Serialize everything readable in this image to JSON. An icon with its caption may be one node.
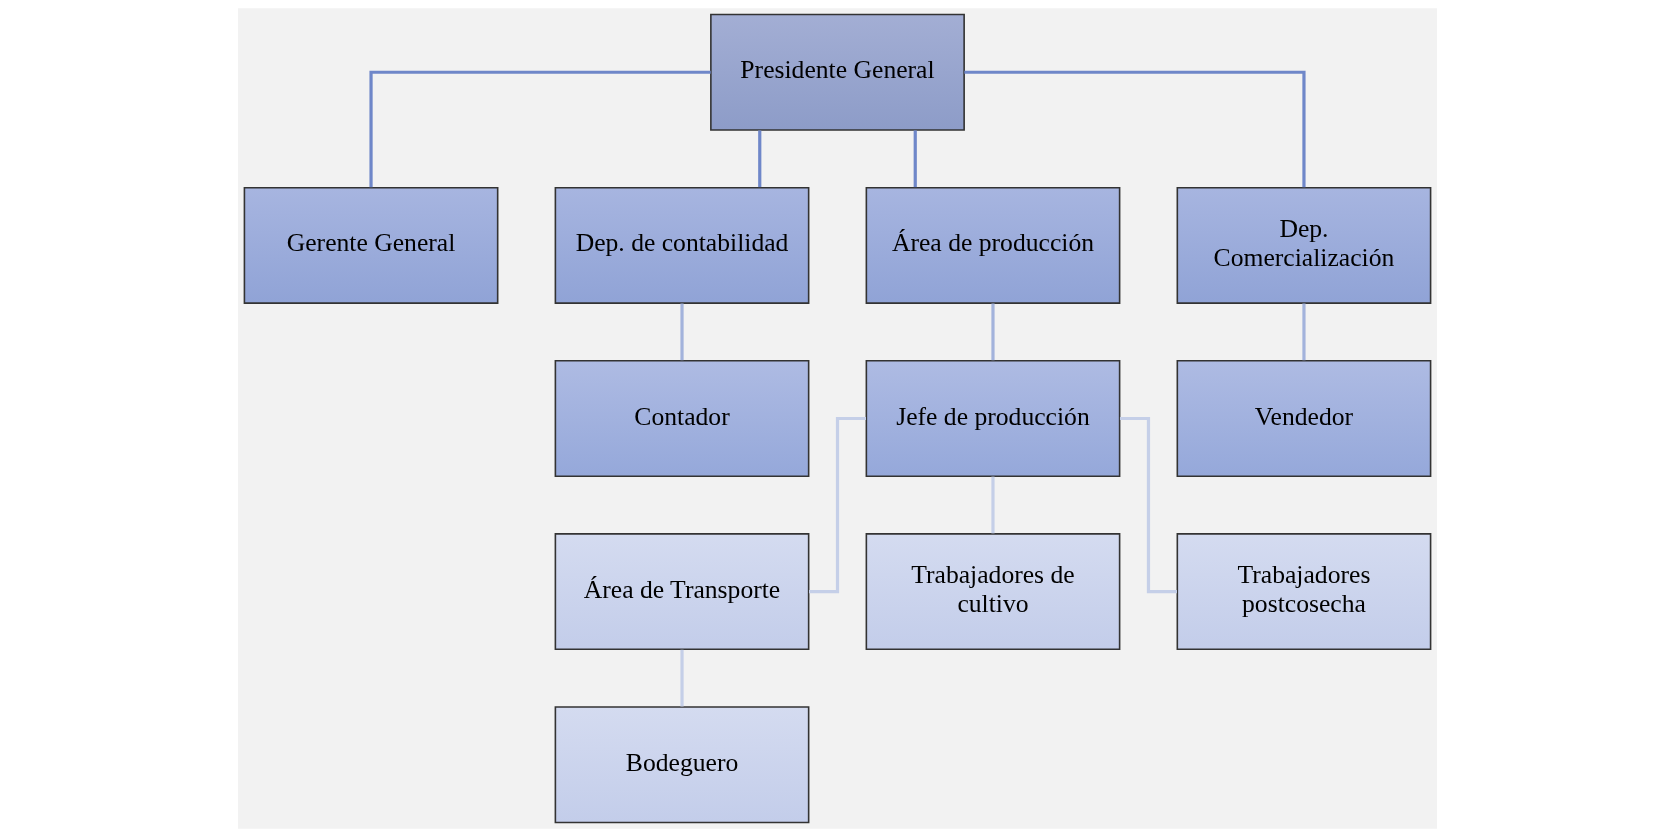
{
  "diagram": {
    "nodes": [
      {
        "text": [
          "Presidente General"
        ]
      },
      {
        "text": [
          "Gerente General"
        ]
      },
      {
        "text": [
          "Dep. de contabilidad"
        ]
      },
      {
        "text": [
          "Área de producción"
        ]
      },
      {
        "text": [
          "Dep. Comercialización"
        ]
      },
      {
        "text": [
          "Contador"
        ]
      },
      {
        "text": [
          "Jefe de producción"
        ]
      },
      {
        "text": [
          "Vendedor"
        ]
      },
      {
        "text": [
          "Área de Transporte"
        ]
      },
      {
        "text": [
          "Trabajadores de cultivo"
        ]
      },
      {
        "text": [
          "Trabajadores postcosecha"
        ]
      },
      {
        "text": [
          "Bodeguero"
        ]
      }
    ],
    "edges": [
      {
        "from": 0,
        "to": 1,
        "arrow": "none"
      },
      {
        "from": 0,
        "to": 2,
        "arrow": "none"
      },
      {
        "from": 0,
        "to": 3,
        "arrow": "none"
      },
      {
        "from": 0,
        "to": 4,
        "arrow": "none"
      },
      {
        "from": 2,
        "to": 5,
        "arrow": "none",
        "color": "#a3b3dc"
      },
      {
        "from": 3,
        "to": 6,
        "arrow": "none",
        "color": "#a3b3dc"
      },
      {
        "from": 4,
        "to": 7,
        "arrow": "none",
        "color": "#a3b3dc"
      },
      {
        "from": 6,
        "to": 8,
        "arrow": "none",
        "color": "#c5cfe8"
      },
      {
        "from": 6,
        "to": 9,
        "arrow": "none",
        "color": "#c5cfe8"
      },
      {
        "from": 6,
        "to": 10,
        "arrow": "none",
        "color": "#c5cfe8"
      },
      {
        "from": 8,
        "to": 11,
        "arrow": "none",
        "color": "#c5cfe8"
      }
    ]
  }
}
